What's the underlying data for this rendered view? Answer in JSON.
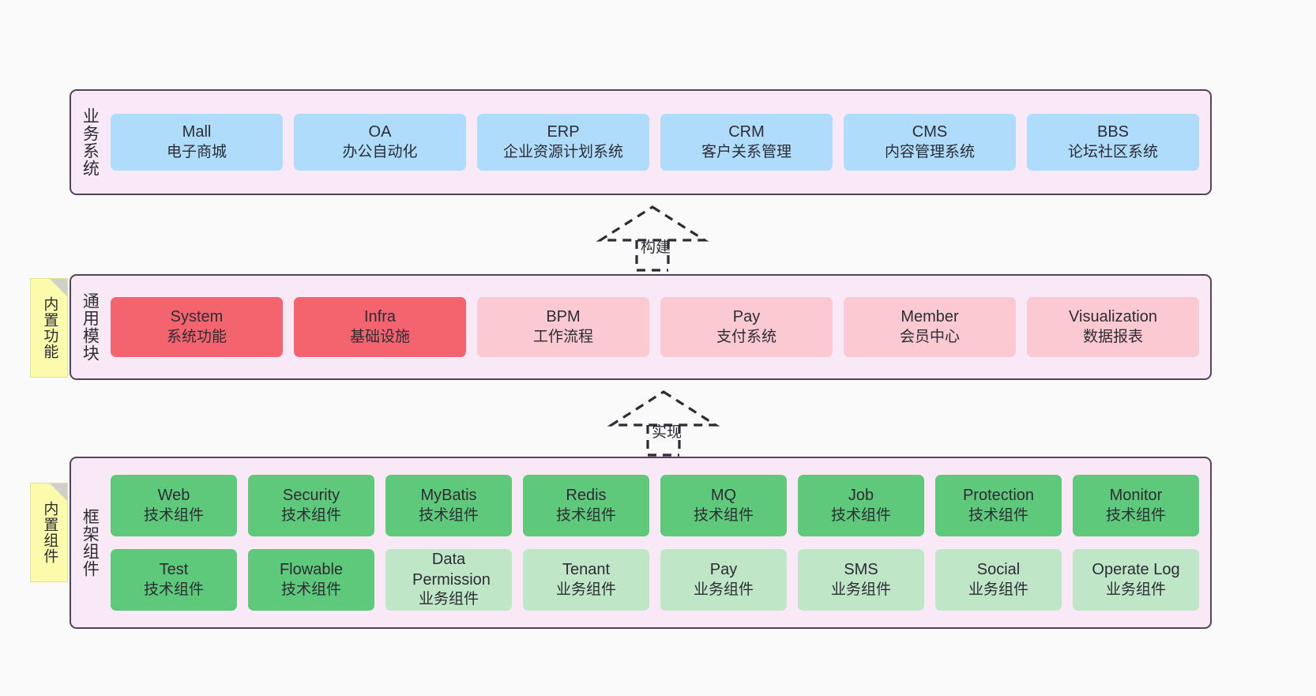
{
  "theme": {
    "background": "#fafafa",
    "layer_bg": "#f9e9f6",
    "layer_border": "#52455a",
    "sticky_bg": "#fbfbab",
    "business_box": "#aedcfa",
    "module_primary_box": "#f3646e",
    "module_secondary_box": "#fbc9d2",
    "tech_component_box": "#5fc97b",
    "biz_component_box": "#bfe7c7"
  },
  "layers": [
    {
      "id": "business-systems",
      "title": "业务系统",
      "rows": [
        [
          {
            "name": "Mall",
            "sub": "电子商城",
            "color": "c-blue"
          },
          {
            "name": "OA",
            "sub": "办公自动化",
            "color": "c-blue"
          },
          {
            "name": "ERP",
            "sub": "企业资源计划系统",
            "color": "c-blue"
          },
          {
            "name": "CRM",
            "sub": "客户关系管理",
            "color": "c-blue"
          },
          {
            "name": "CMS",
            "sub": "内容管理系统",
            "color": "c-blue"
          },
          {
            "name": "BBS",
            "sub": "论坛社区系统",
            "color": "c-blue"
          }
        ]
      ]
    },
    {
      "id": "common-modules",
      "title": "通用模块",
      "sticky": "内置功能",
      "rows": [
        [
          {
            "name": "System",
            "sub": "系统功能",
            "color": "c-red"
          },
          {
            "name": "Infra",
            "sub": "基础设施",
            "color": "c-red"
          },
          {
            "name": "BPM",
            "sub": "工作流程",
            "color": "c-pink"
          },
          {
            "name": "Pay",
            "sub": "支付系统",
            "color": "c-pink"
          },
          {
            "name": "Member",
            "sub": "会员中心",
            "color": "c-pink"
          },
          {
            "name": "Visualization",
            "sub": "数据报表",
            "color": "c-pink"
          }
        ]
      ]
    },
    {
      "id": "framework-components",
      "title": "框架组件",
      "sticky": "内置组件",
      "rows": [
        [
          {
            "name": "Web",
            "sub": "技术组件",
            "color": "c-green"
          },
          {
            "name": "Security",
            "sub": "技术组件",
            "color": "c-green"
          },
          {
            "name": "MyBatis",
            "sub": "技术组件",
            "color": "c-green"
          },
          {
            "name": "Redis",
            "sub": "技术组件",
            "color": "c-green"
          },
          {
            "name": "MQ",
            "sub": "技术组件",
            "color": "c-green"
          },
          {
            "name": "Job",
            "sub": "技术组件",
            "color": "c-green"
          },
          {
            "name": "Protection",
            "sub": "技术组件",
            "color": "c-green"
          },
          {
            "name": "Monitor",
            "sub": "技术组件",
            "color": "c-green"
          }
        ],
        [
          {
            "name": "Test",
            "sub": "技术组件",
            "color": "c-green"
          },
          {
            "name": "Flowable",
            "sub": "技术组件",
            "color": "c-green"
          },
          {
            "name": "Data Permission",
            "sub": "业务组件",
            "color": "c-greenlight"
          },
          {
            "name": "Tenant",
            "sub": "业务组件",
            "color": "c-greenlight"
          },
          {
            "name": "Pay",
            "sub": "业务组件",
            "color": "c-greenlight"
          },
          {
            "name": "SMS",
            "sub": "业务组件",
            "color": "c-greenlight"
          },
          {
            "name": "Social",
            "sub": "业务组件",
            "color": "c-greenlight"
          },
          {
            "name": "Operate Log",
            "sub": "业务组件",
            "color": "c-greenlight"
          }
        ]
      ]
    }
  ],
  "connectors": [
    {
      "id": "build",
      "label": "构建"
    },
    {
      "id": "implement",
      "label": "实现"
    }
  ]
}
